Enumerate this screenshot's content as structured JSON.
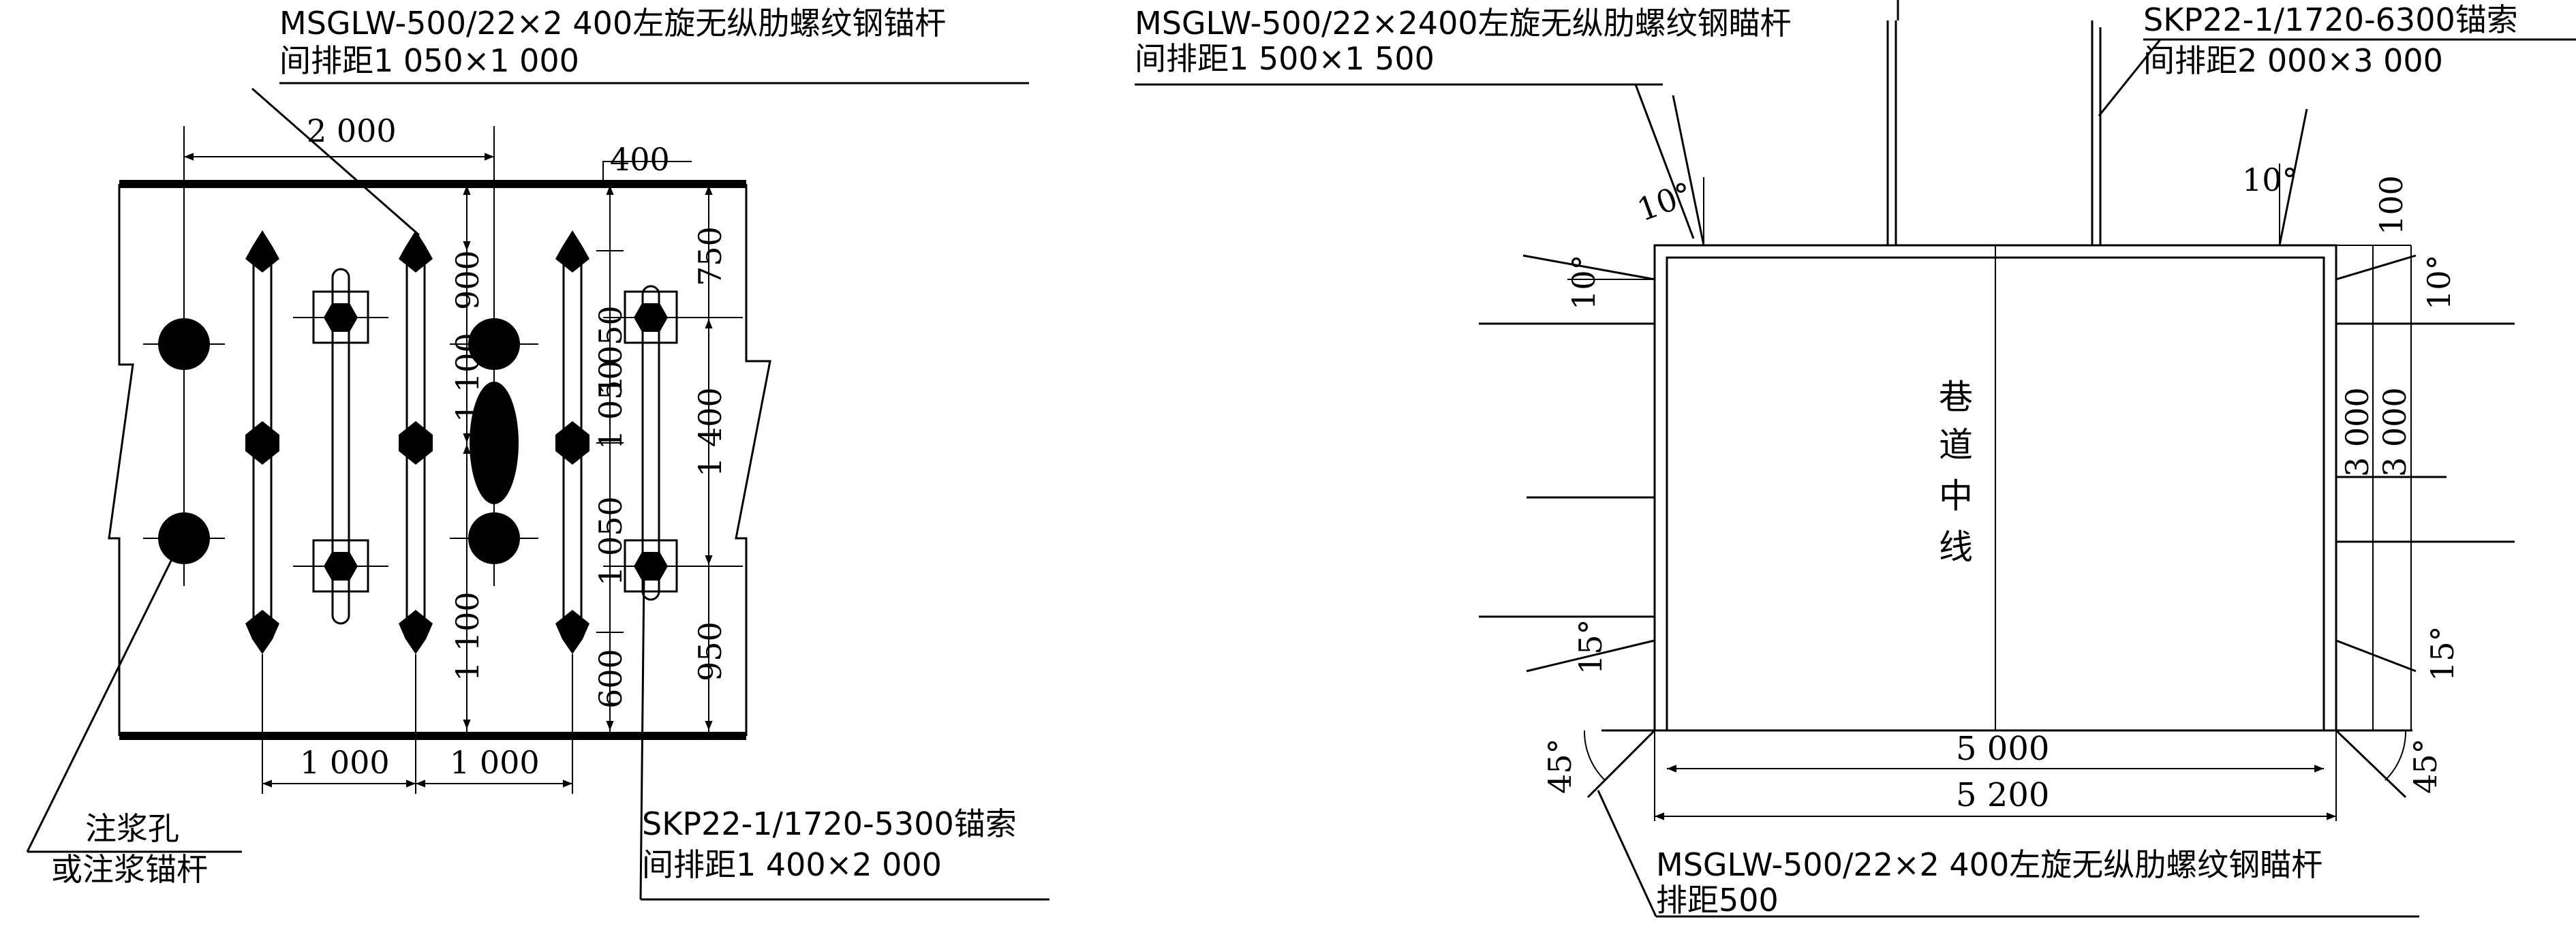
{
  "left": {
    "callout_top_l1": "MSGLW-500/22×2 400左旋无纵肋螺纹钢锚杆",
    "callout_top_l2": "间排距1 050×1 000",
    "dim_2000": "2 000",
    "dim_400": "400",
    "dim_900": "900",
    "dim_1100_a": "1 100",
    "dim_1100_b": "1 100",
    "dim_1050_a": "1 050",
    "dim_1050_b": "1 050",
    "dim_1050_c": "1 050",
    "dim_600": "600",
    "dim_750": "750",
    "dim_1400": "1 400",
    "dim_950": "950",
    "dim_1000_a": "1 000",
    "dim_1000_b": "1 000",
    "grout_l1": "注浆孔",
    "grout_l2": "或注浆锚杆",
    "cable_l1": "SKP22-1/1720-5300锚索",
    "cable_l2": "间排距1 400×2 000"
  },
  "right": {
    "callout_bolt_l1": "MSGLW-500/22×2400左旋无纵肋螺纹钢瞄杆",
    "callout_bolt_l2": "间排距1 500×1 500",
    "callout_cable_l1": "SKP22-1/1720-6300锚索",
    "callout_cable_l2": "间排距2 000×3 000",
    "angle_10_tl": "10°",
    "angle_10_tr": "10°",
    "angle_10_l": "10°",
    "angle_10_r": "10°",
    "angle_15_l": "15°",
    "angle_15_r": "15°",
    "angle_45_l": "45°",
    "angle_45_r": "45°",
    "dim_100": "100",
    "dim_3000_a": "3 000",
    "dim_3000_b": "3 000",
    "dim_5000": "5 000",
    "dim_5200": "5 200",
    "centerline_1": "巷",
    "centerline_2": "道",
    "centerline_3": "中",
    "centerline_4": "线",
    "callout_bottom_l1": "MSGLW-500/22×2 400左旋无纵肋螺纹钢瞄杆",
    "callout_bottom_l2": "排距500"
  }
}
